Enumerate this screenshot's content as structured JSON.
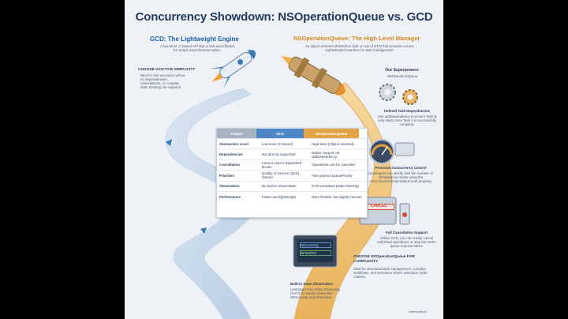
{
  "title": "Concurrency Showdown: NSOperationQueue vs. GCD",
  "gcd": {
    "heading": "GCD: The Lightweight Engine",
    "desc": "A low-level, C-based API that is fast and efficient for simple asynchronous tasks.",
    "choose_heading": "CHOOSE GCD FOR SIMPLICITY",
    "choose_desc": "Best for fast execution where no dependencies, cancellations, or complex state tracking are required."
  },
  "nsq": {
    "heading": "NSOperationQueue: The High-Level Manager",
    "desc": "An object-oriented abstraction built on top of GCD that provides a more sophisticated interface for task management.",
    "superpowers_heading": "Our Superpowers:",
    "superpowers_sub": "NSOperationQueue",
    "choose_heading": "CHOOSE NSOperationQueue FOR COMPLEXITY",
    "choose_desc": "Ideal for structured task management, complex workflows, and scenarios where execution order matters."
  },
  "features": [
    {
      "heading": "Defined Task Dependencies",
      "desc": "Use addDependency to ensure Task B only starts once Task A is successfully complete."
    },
    {
      "heading": "Precision Concurrency Control",
      "desc": "Developers can strictly limit the number of simultaneous tasks using the maxConcurrentOperationCount property."
    },
    {
      "heading": "Full Cancellation Support",
      "desc": "Unlike GCD, you can easily cancel individual operations or stop the entire queue mid-execution."
    },
    {
      "heading": "Built-in State Observation",
      "desc": "Leverages Key-Value Observing (KVO) to monitor states like isExecuting and isFinished."
    }
  ],
  "cancel_button_label": "CANCEL",
  "state_labels": [
    "isExecuting",
    "isFinished"
  ],
  "table": {
    "headers": [
      "Feature",
      "GCD",
      "NSOperationQueue"
    ],
    "rows": [
      [
        "Abstraction Level",
        "Low-level (C-based)",
        "High-level (Object-oriented)"
      ],
      [
        "Dependencies",
        "Not directly supported",
        "Native support via addDependency"
      ],
      [
        "Cancellation",
        "Cannot cancel dispatched blocks",
        "Operations can be canceled"
      ],
      [
        "Priorities",
        "Quality of Service (QoS) classes",
        "Fine-grained queuePriority"
      ],
      [
        "Observation",
        "No built-in observation",
        "KVO-compliant (state tracking)"
      ],
      [
        "Performance",
        "Faster and lightweight",
        "More flexible, but slightly heavier"
      ]
    ]
  },
  "watermark": "NotebookLM",
  "colors": {
    "gcd_blue": "#1f5fa6",
    "nsq_orange": "#d9861c",
    "header_gray": "#a7b3c3"
  }
}
